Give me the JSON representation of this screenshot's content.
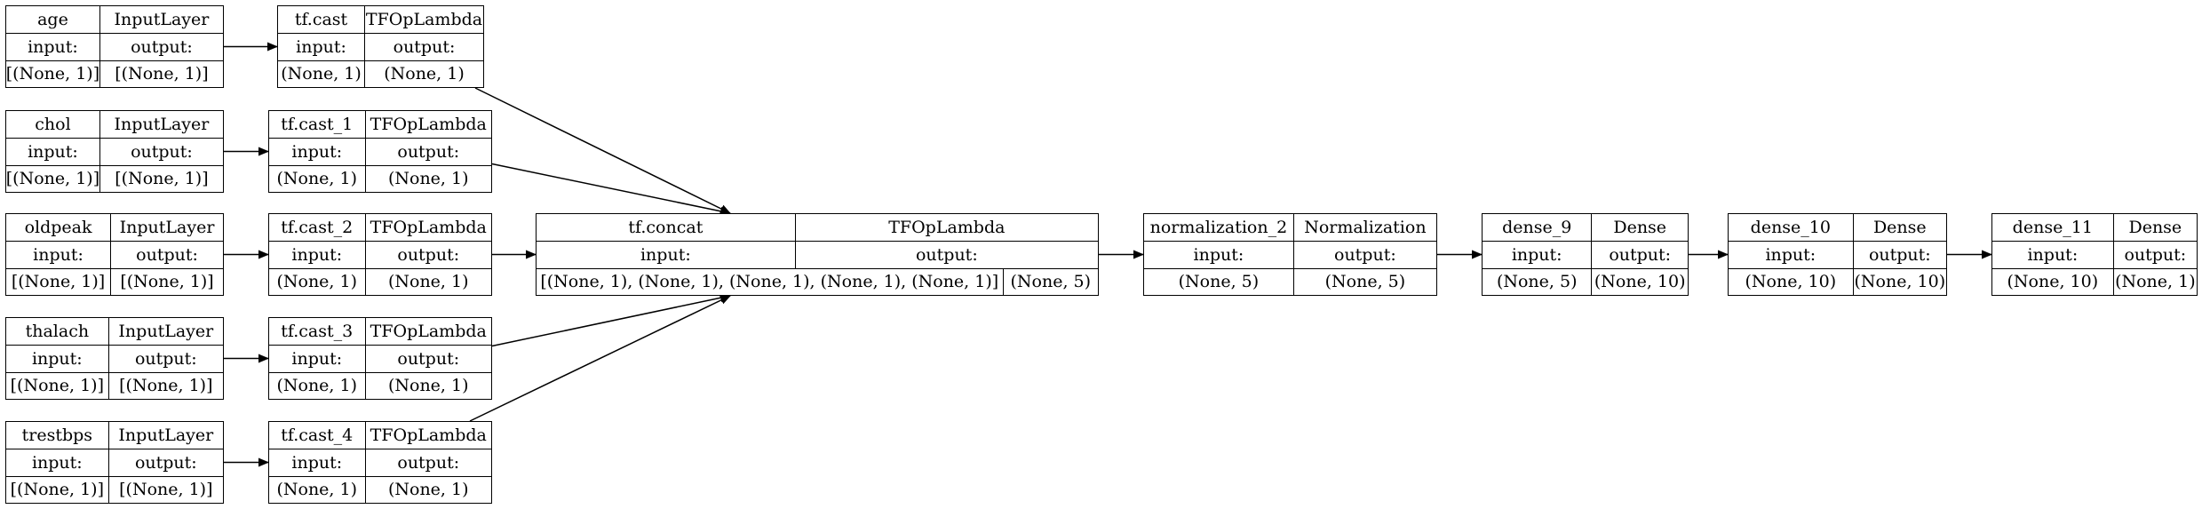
{
  "nodes": [
    {
      "id": "age",
      "name": "age",
      "type": "InputLayer",
      "input": "[(None, 1)]",
      "output": "[(None, 1)]"
    },
    {
      "id": "chol",
      "name": "chol",
      "type": "InputLayer",
      "input": "[(None, 1)]",
      "output": "[(None, 1)]"
    },
    {
      "id": "oldpeak",
      "name": "oldpeak",
      "type": "InputLayer",
      "input": "[(None, 1)]",
      "output": "[(None, 1)]"
    },
    {
      "id": "thalach",
      "name": "thalach",
      "type": "InputLayer",
      "input": "[(None, 1)]",
      "output": "[(None, 1)]"
    },
    {
      "id": "trestbps",
      "name": "trestbps",
      "type": "InputLayer",
      "input": "[(None, 1)]",
      "output": "[(None, 1)]"
    },
    {
      "id": "cast",
      "name": "tf.cast",
      "type": "TFOpLambda",
      "input": "(None, 1)",
      "output": "(None, 1)"
    },
    {
      "id": "cast_1",
      "name": "tf.cast_1",
      "type": "TFOpLambda",
      "input": "(None, 1)",
      "output": "(None, 1)"
    },
    {
      "id": "cast_2",
      "name": "tf.cast_2",
      "type": "TFOpLambda",
      "input": "(None, 1)",
      "output": "(None, 1)"
    },
    {
      "id": "cast_3",
      "name": "tf.cast_3",
      "type": "TFOpLambda",
      "input": "(None, 1)",
      "output": "(None, 1)"
    },
    {
      "id": "cast_4",
      "name": "tf.cast_4",
      "type": "TFOpLambda",
      "input": "(None, 1)",
      "output": "(None, 1)"
    },
    {
      "id": "concat",
      "name": "tf.concat",
      "type": "TFOpLambda",
      "input": "[(None, 1), (None, 1), (None, 1), (None, 1), (None, 1)]",
      "output": "(None, 5)"
    },
    {
      "id": "norm",
      "name": "normalization_2",
      "type": "Normalization",
      "input": "(None, 5)",
      "output": "(None, 5)"
    },
    {
      "id": "dense_9",
      "name": "dense_9",
      "type": "Dense",
      "input": "(None, 5)",
      "output": "(None, 10)"
    },
    {
      "id": "dense_10",
      "name": "dense_10",
      "type": "Dense",
      "input": "(None, 10)",
      "output": "(None, 10)"
    },
    {
      "id": "dense_11",
      "name": "dense_11",
      "type": "Dense",
      "input": "(None, 10)",
      "output": "(None, 1)"
    }
  ],
  "labels": {
    "input": "input:",
    "output": "output:"
  },
  "edges": [
    [
      "age",
      "cast"
    ],
    [
      "chol",
      "cast_1"
    ],
    [
      "oldpeak",
      "cast_2"
    ],
    [
      "thalach",
      "cast_3"
    ],
    [
      "trestbps",
      "cast_4"
    ],
    [
      "cast",
      "concat"
    ],
    [
      "cast_1",
      "concat"
    ],
    [
      "cast_2",
      "concat"
    ],
    [
      "cast_3",
      "concat"
    ],
    [
      "cast_4",
      "concat"
    ],
    [
      "concat",
      "norm"
    ],
    [
      "norm",
      "dense_9"
    ],
    [
      "dense_9",
      "dense_10"
    ],
    [
      "dense_10",
      "dense_11"
    ]
  ]
}
